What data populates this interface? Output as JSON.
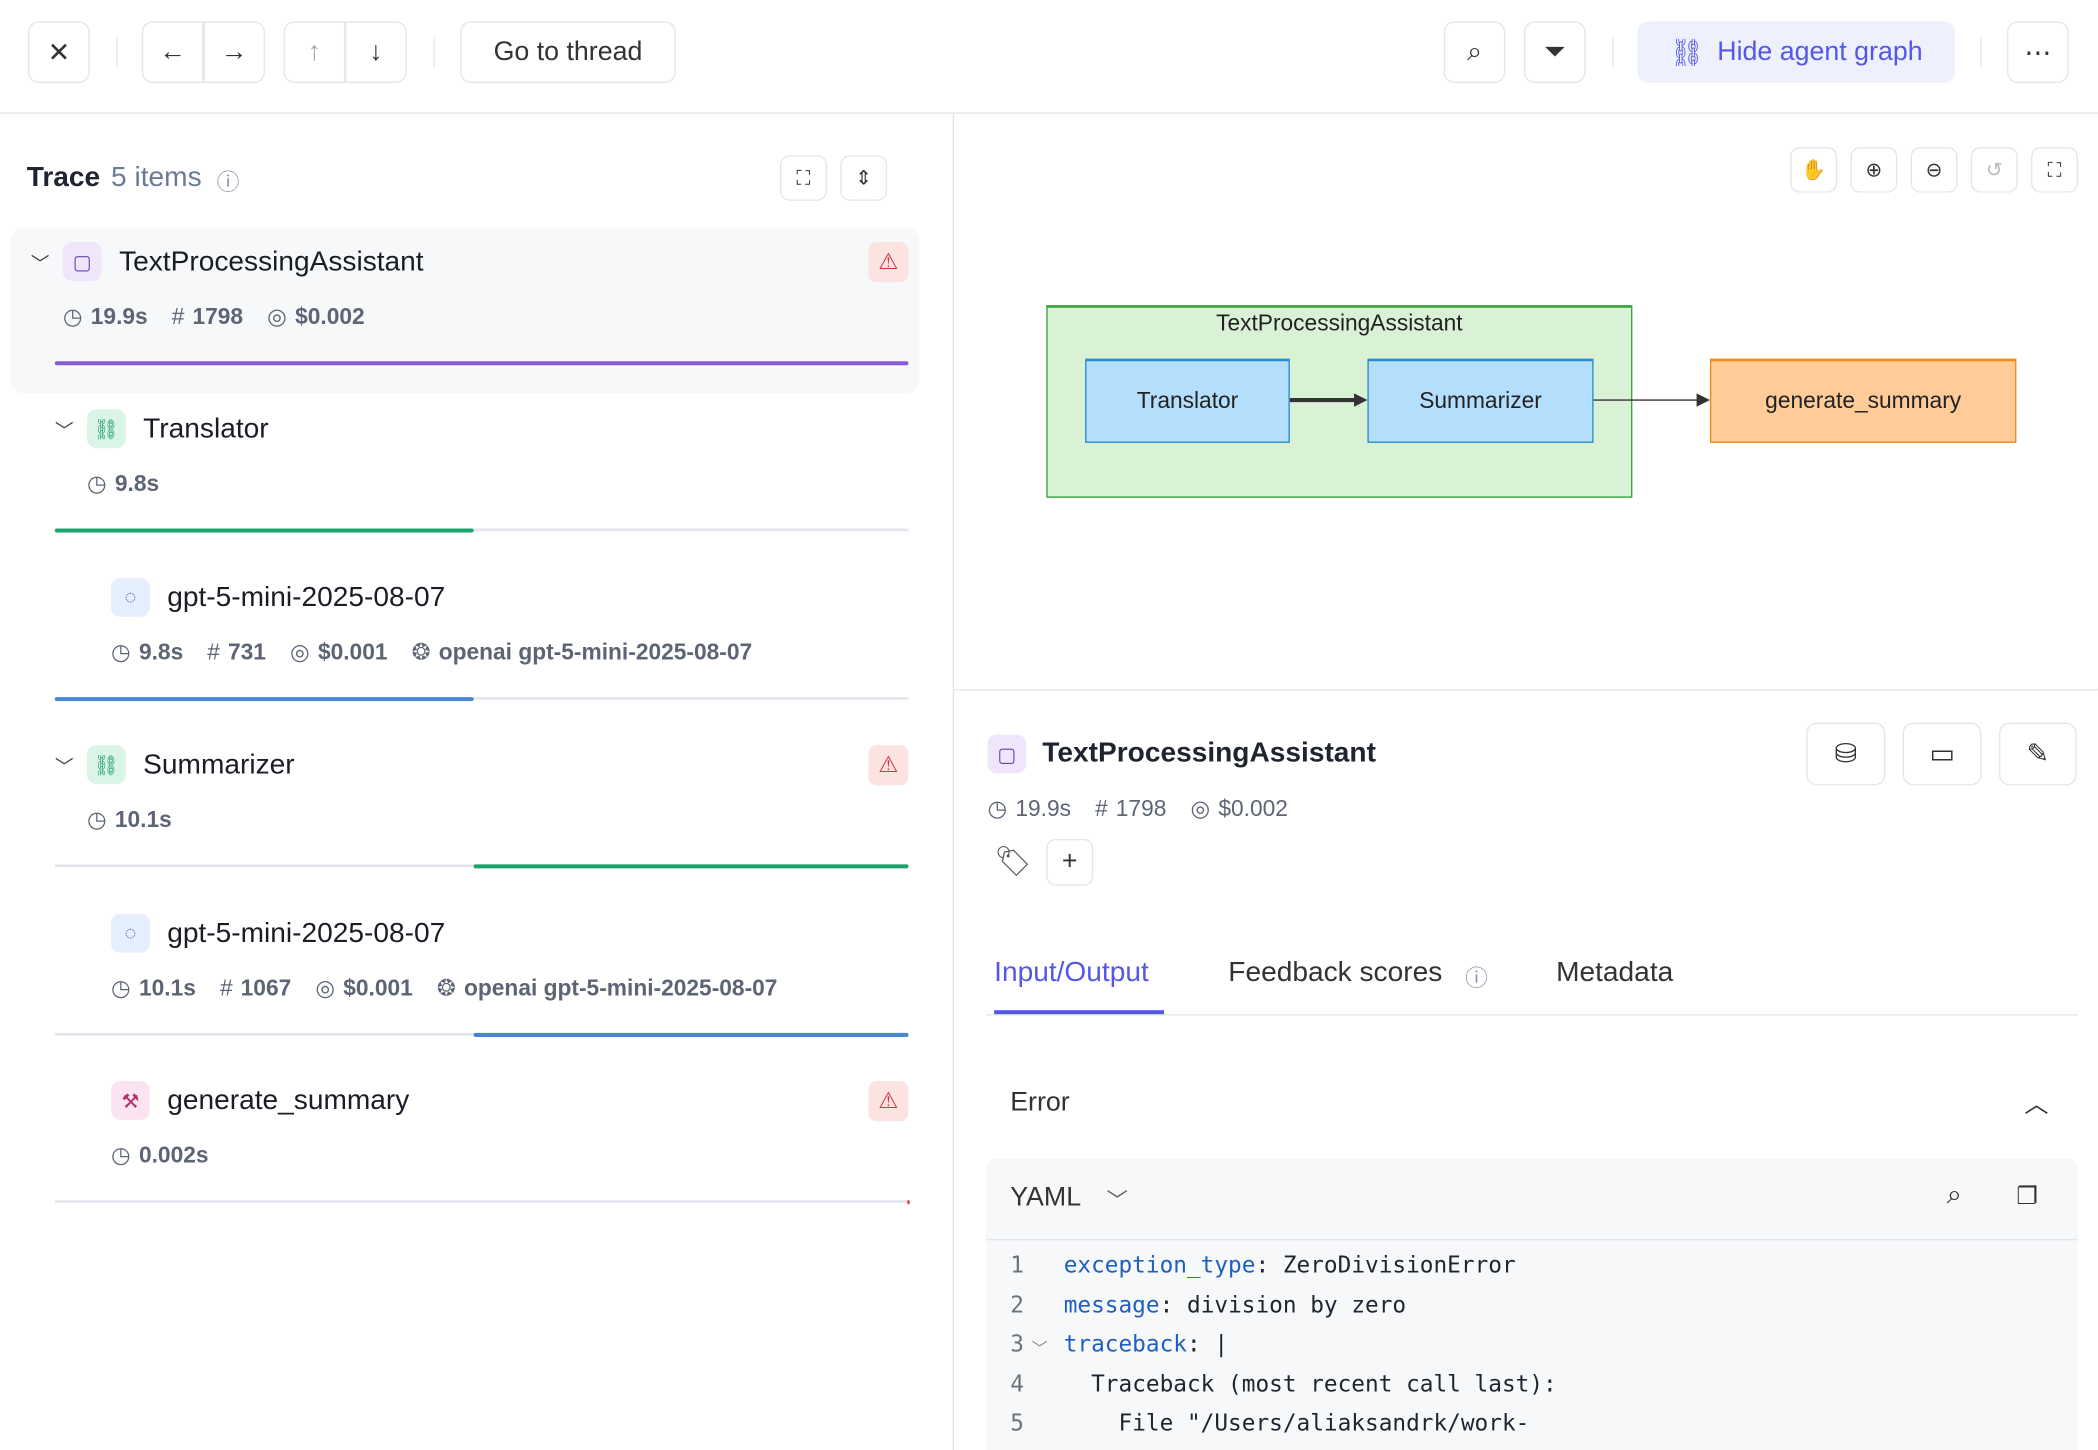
{
  "toolbar": {
    "go_to_thread": "Go to thread",
    "hide_agent_graph": "Hide agent graph",
    "more": "⋯"
  },
  "trace": {
    "title": "Trace",
    "count": "5 items"
  },
  "rows": [
    {
      "name": "TextProcessingAssistant",
      "duration": "19.9s",
      "tokens": "1798",
      "cost": "$0.002",
      "error": true,
      "bar_start": 0,
      "bar_end": 1,
      "bar_color": "#8b5bd6"
    },
    {
      "name": "Translator",
      "duration": "9.8s",
      "bar_start": 0,
      "bar_end": 0.49,
      "bar_color": "#1aa36b"
    },
    {
      "name": "gpt-5-mini-2025-08-07",
      "duration": "9.8s",
      "tokens": "731",
      "cost": "$0.001",
      "model": "openai gpt-5-mini-2025-08-07",
      "bar_start": 0,
      "bar_end": 0.49,
      "bar_color": "#4a86d6"
    },
    {
      "name": "Summarizer",
      "duration": "10.1s",
      "error": true,
      "bar_start": 0.49,
      "bar_end": 1,
      "bar_color": "#1aa36b"
    },
    {
      "name": "gpt-5-mini-2025-08-07",
      "duration": "10.1s",
      "tokens": "1067",
      "cost": "$0.001",
      "model": "openai gpt-5-mini-2025-08-07",
      "bar_start": 0.49,
      "bar_end": 1,
      "bar_color": "#4a86d6"
    },
    {
      "name": "generate_summary",
      "duration": "0.002s",
      "error": true,
      "bar_start": 0.999,
      "bar_end": 1,
      "bar_color": "#e04848"
    }
  ],
  "graph": {
    "group": "TextProcessingAssistant",
    "nodes": [
      "Translator",
      "Summarizer",
      "generate_summary"
    ]
  },
  "details": {
    "title": "TextProcessingAssistant",
    "duration": "19.9s",
    "tokens": "1798",
    "cost": "$0.002",
    "add": "+",
    "tabs": [
      "Input/Output",
      "Feedback scores",
      "Metadata"
    ],
    "active_tab": "Input/Output",
    "section": "Error",
    "format": "YAML",
    "code": [
      {
        "n": "1",
        "key": "exception_type",
        "val": " ZeroDivisionError",
        "indent": ""
      },
      {
        "n": "2",
        "key": "message",
        "val": " division by zero",
        "indent": ""
      },
      {
        "n": "3",
        "key": "traceback",
        "val": " |",
        "indent": ""
      },
      {
        "n": "4",
        "key": "",
        "val": "Traceback (most recent call last):",
        "indent": "  "
      },
      {
        "n": "5",
        "key": "",
        "val": "File \"/Users/aliaksandrk/work-",
        "indent": "    "
      }
    ]
  }
}
